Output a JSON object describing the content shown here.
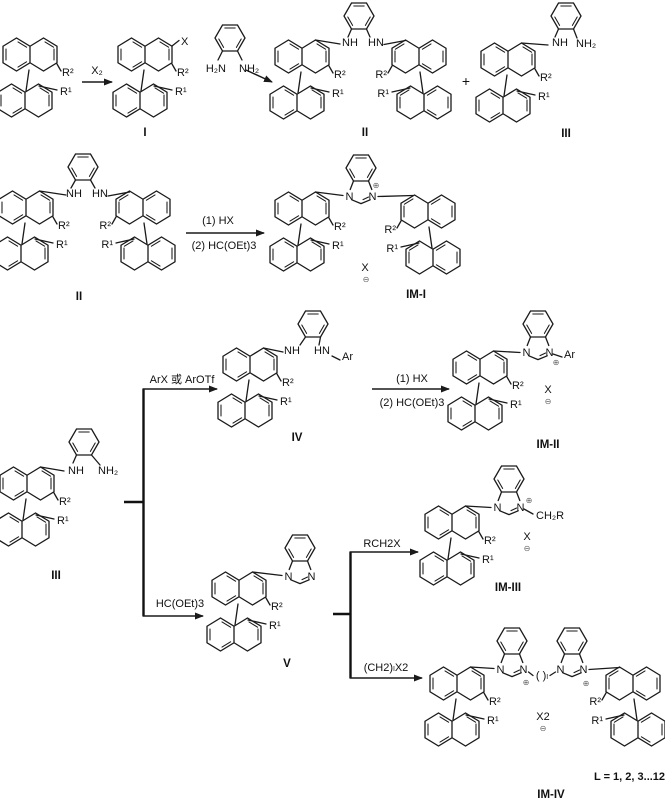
{
  "figure": {
    "type": "chemical-reaction-scheme",
    "description": "Synthesis of binaphthyl benzimidazolium salts IM-I to IM-IV",
    "background": "#ffffff",
    "line_color": "#1a1a1a"
  },
  "atoms": {
    "r2": "R²",
    "r1": "R¹",
    "x": "X",
    "n": "N",
    "nh": "NH",
    "hn": "HN",
    "nh2": "NH₂",
    "h2n": "H₂N",
    "ar": "Ar",
    "ch2r": "CH₂R",
    "x2": "X2",
    "linker": "( )ₗ",
    "plus": "+",
    "pos": "⊕",
    "neg": "⊖"
  },
  "compounds": {
    "i": "I",
    "ii": "II",
    "iii": "III",
    "iv": "IV",
    "v": "V",
    "im1": "IM-I",
    "im2": "IM-II",
    "im3": "IM-III",
    "im4": "IM-IV"
  },
  "reagents": {
    "x2": "X₂",
    "hx": "(1) HX",
    "hcoet3_numbered": "(2) HC(OEt)3",
    "arx": "ArX 或 ArOTf",
    "hcoet3": "HC(OEt)3",
    "rch2x": "RCH2X",
    "ch2l_x2": "(CH2)ₗX2",
    "l_range": "L = 1, 2, 3...12"
  }
}
